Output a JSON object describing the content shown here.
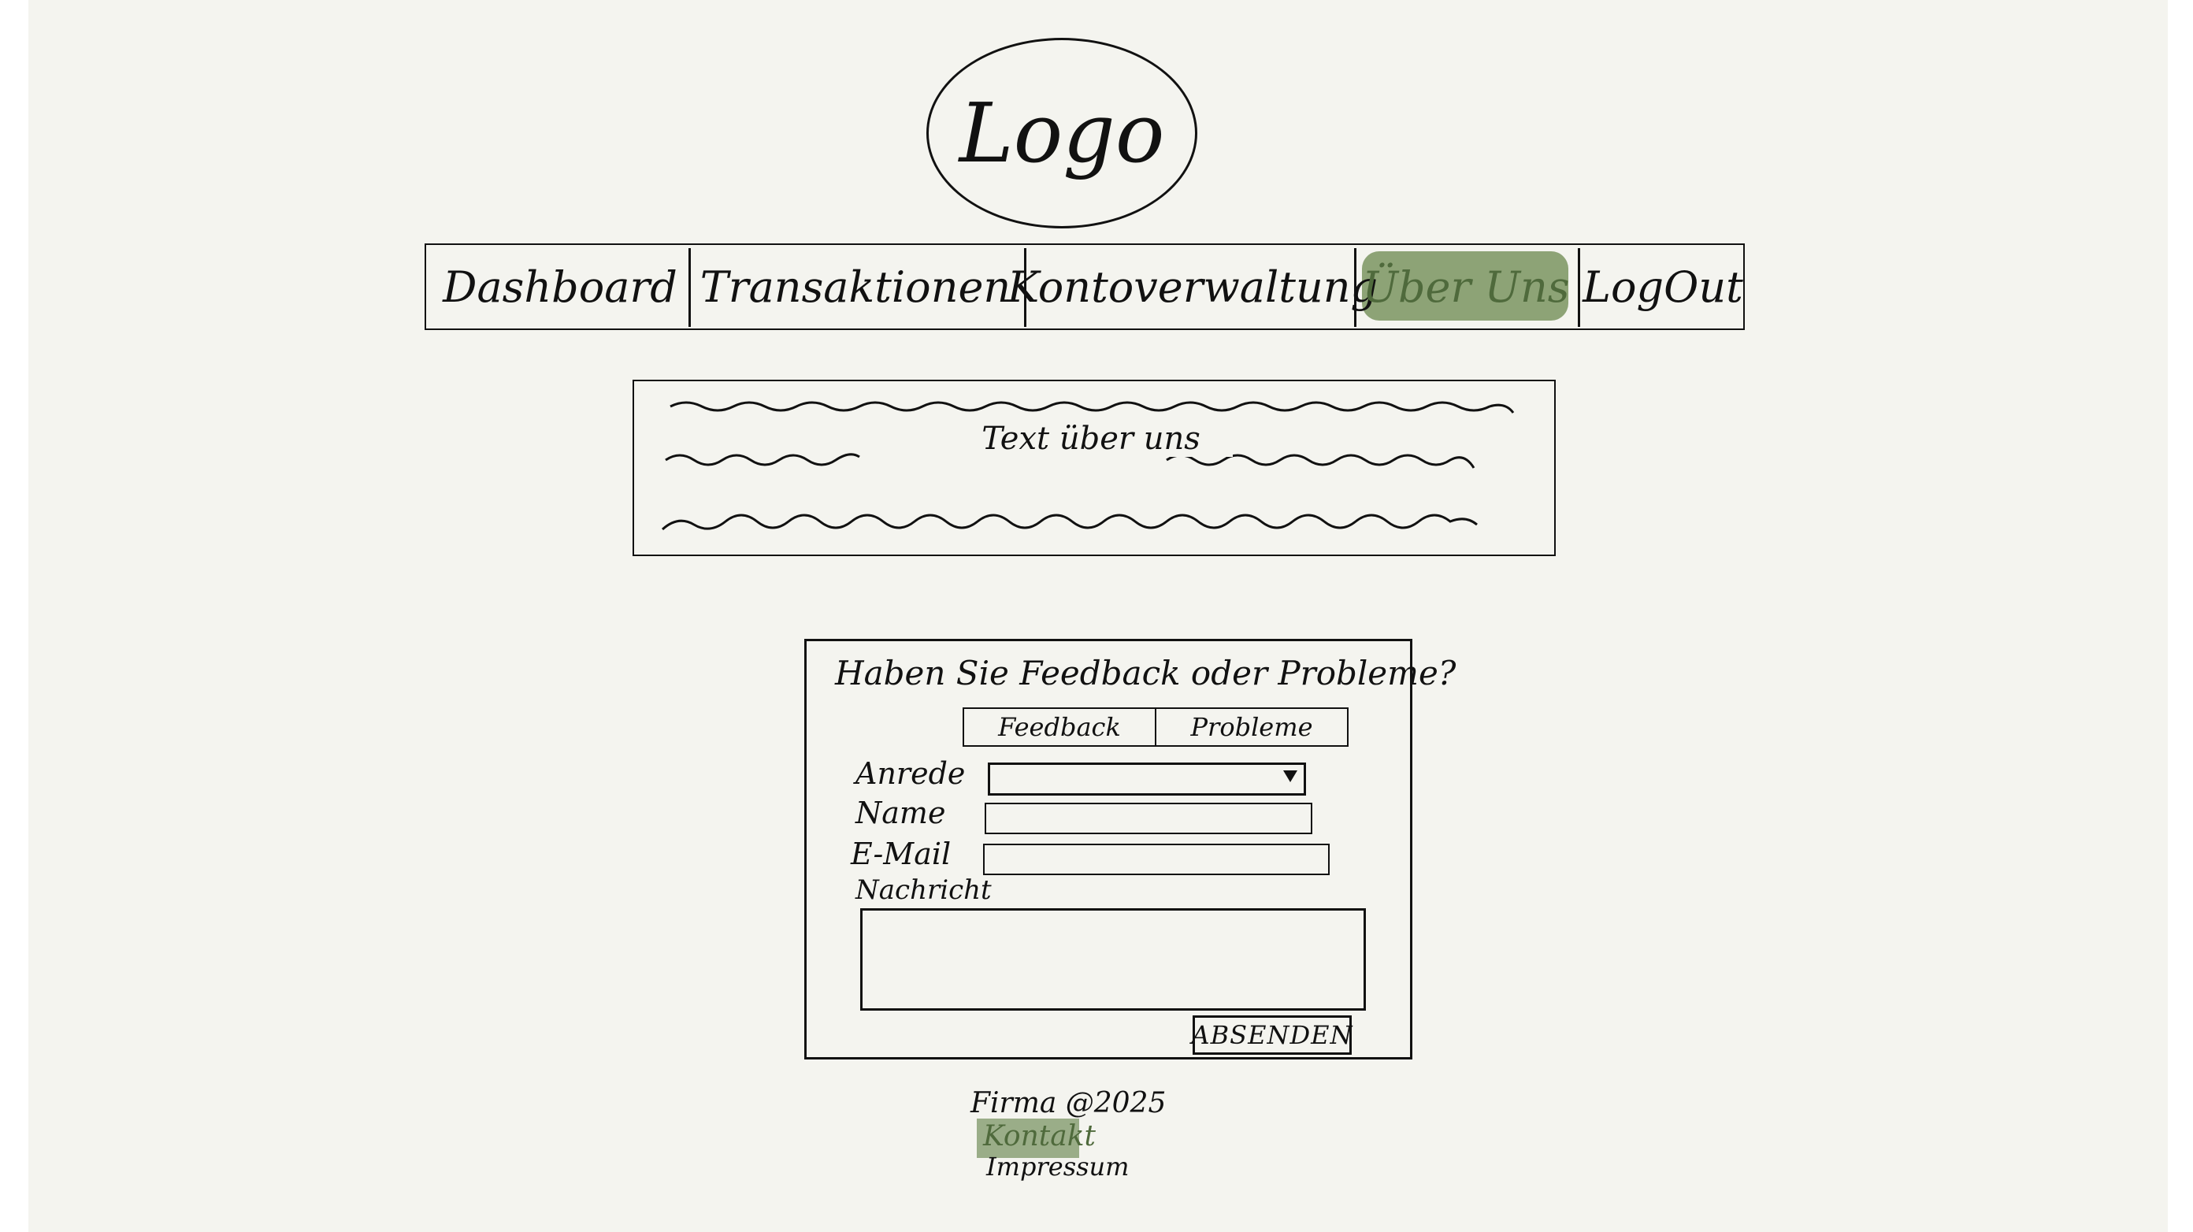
{
  "header": {
    "logo_text": "Logo"
  },
  "nav": {
    "items": [
      {
        "label": "Dashboard"
      },
      {
        "label": "Transaktionen"
      },
      {
        "label": "Kontoverwaltung"
      },
      {
        "label": "Über Uns"
      },
      {
        "label": "LogOut"
      }
    ],
    "active": "Über Uns",
    "highlight_color": "#7a9460"
  },
  "about": {
    "text": "Text über uns"
  },
  "form": {
    "title": "Haben Sie Feedback oder Probleme?",
    "type_options": [
      "Feedback",
      "Probleme"
    ],
    "fields": {
      "anrede_label": "Anrede",
      "name_label": "Name",
      "email_label": "E-Mail",
      "message_label": "Nachricht"
    },
    "submit_label": "ABSENDEN"
  },
  "footer": {
    "copyright": "Firma @2025",
    "kontakt": "Kontakt",
    "impressum": "Impressum"
  }
}
